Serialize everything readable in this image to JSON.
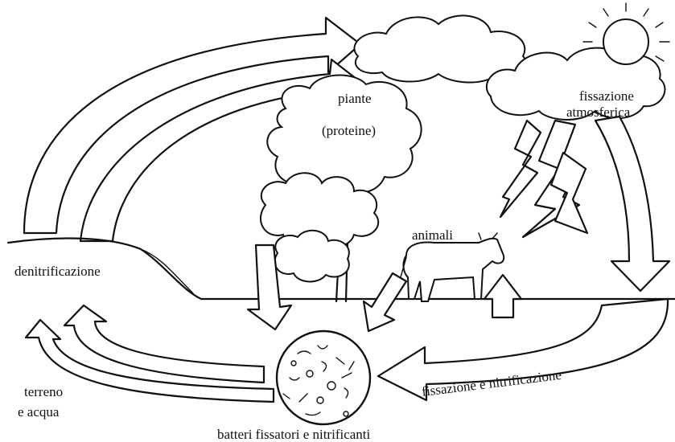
{
  "labels": {
    "plants": "piante",
    "plants_sub": "(proteine)",
    "fixation_line1": "fissazione",
    "fixation_line2": "atmosferica",
    "animals": "animali",
    "denitrification": "denitrificazione",
    "fixation_nitrification": "fissazione e nitrificazione",
    "soil_line1": "terreno",
    "soil_line2": "e acqua",
    "bacteria": "batteri fissatori e nitrificanti"
  }
}
